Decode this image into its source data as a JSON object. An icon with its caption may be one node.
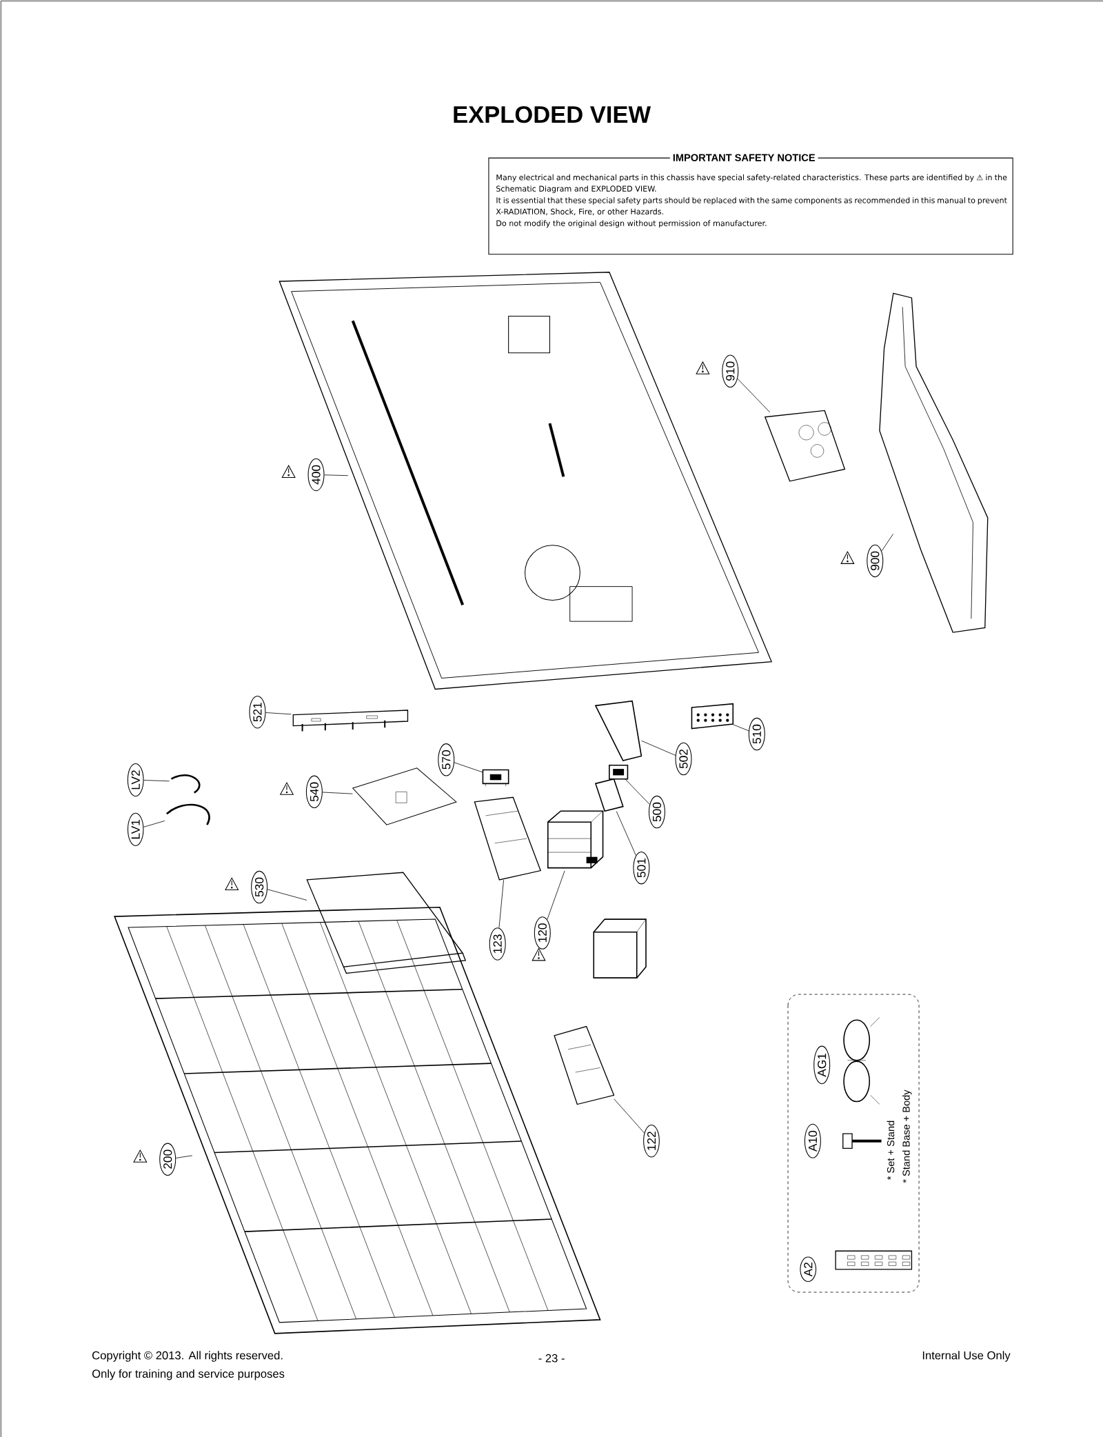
{
  "diagram": {
    "title": "EXPLODED VIEW",
    "nodes": [
      {
        "text": [
          "IMPORTANT SAFETY NOTICE",
          "Many electrical and mechanical parts in this chassis have special safety-related characteristics. These parts are identified by ⚠ in the Schematic Diagram and EXPLODED VIEW.",
          "It is essential that these special safety parts should be replaced with the same components as recommended in this manual to prevent X-RADIATION, Shock, Fire, or other Hazards.",
          "Do not modify the original design without permission of manufacturer."
        ]
      },
      {
        "text": [
          "400"
        ]
      },
      {
        "text": [],
        "shape": "picture"
      },
      {
        "text": [
          "910"
        ]
      },
      {
        "text": [],
        "shape": "picture"
      },
      {
        "text": [
          "900"
        ]
      },
      {
        "text": [],
        "shape": "picture"
      },
      {
        "text": [
          "521"
        ]
      },
      {
        "text": [],
        "shape": "picture"
      },
      {
        "text": [
          "570"
        ]
      },
      {
        "text": [],
        "shape": "picture"
      },
      {
        "text": [
          "LV2"
        ]
      },
      {
        "text": [],
        "shape": "picture"
      },
      {
        "text": [
          "540"
        ]
      },
      {
        "text": [],
        "shape": "picture"
      },
      {
        "text": [
          "LV1"
        ]
      },
      {
        "text": [],
        "shape": "picture"
      },
      {
        "text": [
          "530"
        ]
      },
      {
        "text": [],
        "shape": "picture"
      },
      {
        "text": [
          "510"
        ]
      },
      {
        "text": [],
        "shape": "picture"
      },
      {
        "text": [
          "502"
        ]
      },
      {
        "text": [],
        "shape": "picture"
      },
      {
        "text": [
          "500"
        ]
      },
      {
        "text": [],
        "shape": "picture"
      },
      {
        "text": [
          "501"
        ]
      },
      {
        "text": [],
        "shape": "picture"
      },
      {
        "text": [
          "123"
        ]
      },
      {
        "text": [],
        "shape": "picture"
      },
      {
        "text": [
          "120"
        ]
      },
      {
        "text": [],
        "shape": "picture"
      },
      {
        "text": [
          "122"
        ]
      },
      {
        "text": [],
        "shape": "picture"
      },
      {
        "text": [
          "200"
        ]
      },
      {
        "text": [],
        "shape": "picture"
      }
    ],
    "edges": [
      {
        "from": 1,
        "to": 2,
        "arrow": "none"
      },
      {
        "from": 3,
        "to": 4,
        "arrow": "none"
      },
      {
        "from": 5,
        "to": 6,
        "arrow": "none"
      },
      {
        "from": 7,
        "to": 8,
        "arrow": "none"
      },
      {
        "from": 9,
        "to": 10,
        "arrow": "none"
      },
      {
        "from": 11,
        "to": 12,
        "arrow": "none"
      },
      {
        "from": 13,
        "to": 14,
        "arrow": "none"
      },
      {
        "from": 15,
        "to": 16,
        "arrow": "none"
      },
      {
        "from": 17,
        "to": 18,
        "arrow": "none"
      },
      {
        "from": 19,
        "to": 20,
        "arrow": "none"
      },
      {
        "from": 21,
        "to": 22,
        "arrow": "none"
      },
      {
        "from": 23,
        "to": 24,
        "arrow": "none"
      },
      {
        "from": 25,
        "to": 26,
        "arrow": "none"
      },
      {
        "from": 27,
        "to": 28,
        "arrow": "none"
      },
      {
        "from": 29,
        "to": 30,
        "arrow": "none"
      },
      {
        "from": 31,
        "to": 32,
        "arrow": "none"
      },
      {
        "from": 33,
        "to": 34,
        "arrow": "none"
      }
    ],
    "labels": [
      "AG1",
      "A10",
      "* Set + Stand",
      "* Stand Base + Body",
      "A2",
      "Copyright © 2013. All rights reserved.",
      "- 23 -",
      "Internal Use Only",
      "Only for training and service purposes"
    ]
  }
}
